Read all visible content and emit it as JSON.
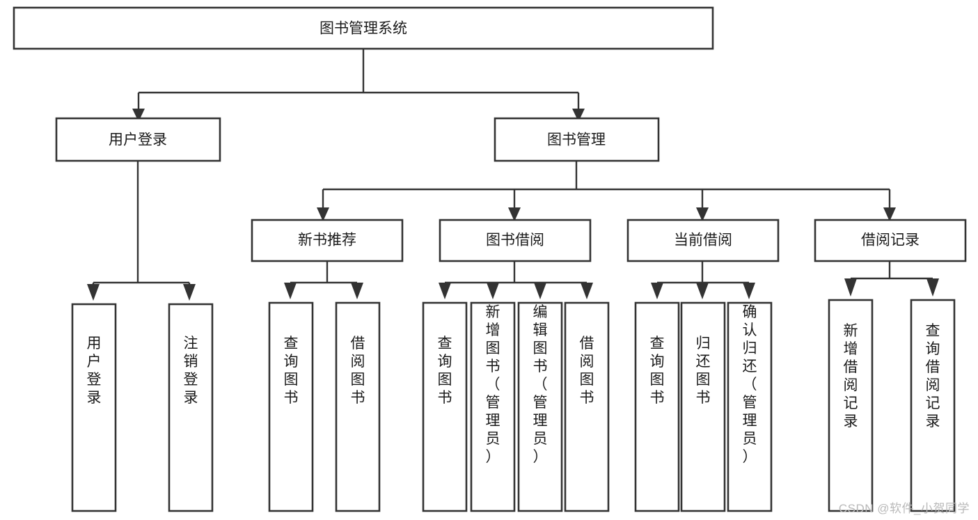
{
  "diagram": {
    "type": "tree-hierarchy",
    "title": "图书管理系统",
    "watermark": "CSDN @软件_小贺同学",
    "colors": {
      "stroke": "#333333",
      "fill": "#ffffff",
      "text": "#1a1a1a",
      "watermark": "#b9b9b9"
    },
    "levels": {
      "root": {
        "label": "图书管理系统"
      },
      "level2": [
        {
          "id": "user-login",
          "label": "用户登录"
        },
        {
          "id": "book-management",
          "label": "图书管理"
        }
      ],
      "level3": [
        {
          "id": "new-book-recommend",
          "label": "新书推荐",
          "parent": "book-management"
        },
        {
          "id": "book-borrow",
          "label": "图书借阅",
          "parent": "book-management"
        },
        {
          "id": "current-borrow",
          "label": "当前借阅",
          "parent": "book-management"
        },
        {
          "id": "borrow-record",
          "label": "借阅记录",
          "parent": "book-management"
        }
      ],
      "leaves": [
        {
          "id": "leaf-user-login",
          "label": "用户登录",
          "parent": "user-login"
        },
        {
          "id": "leaf-logout-login",
          "label": "注销登录",
          "parent": "user-login"
        },
        {
          "id": "leaf-query-book-1",
          "label": "查询图书",
          "parent": "new-book-recommend"
        },
        {
          "id": "leaf-borrow-book-1",
          "label": "借阅图书",
          "parent": "new-book-recommend"
        },
        {
          "id": "leaf-query-book-2",
          "label": "查询图书",
          "parent": "book-borrow"
        },
        {
          "id": "leaf-add-book",
          "label": "新增图书（管理员）",
          "parent": "book-borrow"
        },
        {
          "id": "leaf-edit-book",
          "label": "编辑图书（管理员）",
          "parent": "book-borrow"
        },
        {
          "id": "leaf-borrow-book-2",
          "label": "借阅图书",
          "parent": "book-borrow"
        },
        {
          "id": "leaf-query-book-3",
          "label": "查询图书",
          "parent": "current-borrow"
        },
        {
          "id": "leaf-return-book",
          "label": "归还图书",
          "parent": "current-borrow"
        },
        {
          "id": "leaf-confirm-return",
          "label": "确认归还（管理员）",
          "parent": "current-borrow"
        },
        {
          "id": "leaf-add-record",
          "label": "新增借阅记录",
          "parent": "borrow-record"
        },
        {
          "id": "leaf-query-record",
          "label": "查询借阅记录",
          "parent": "borrow-record"
        }
      ]
    }
  }
}
